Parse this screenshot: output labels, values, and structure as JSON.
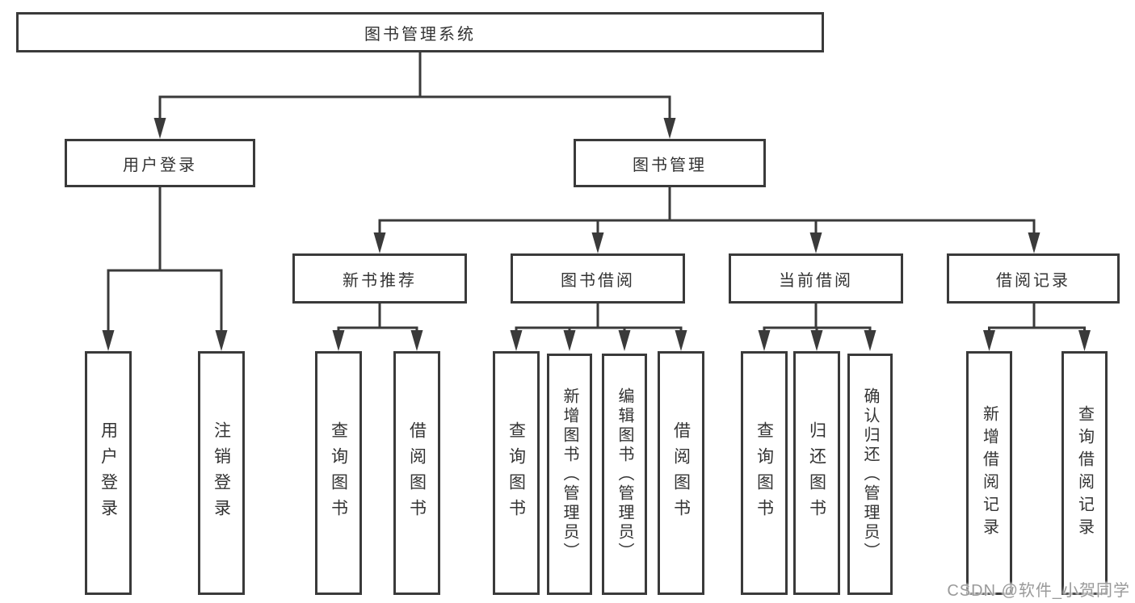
{
  "diagram": {
    "root_label": "图书管理系统",
    "nodes": {
      "user_login": "用户登录",
      "book_management": "图书管理",
      "new_book_recommend": "新书推荐",
      "book_borrowing": "图书借阅",
      "current_borrowing": "当前借阅",
      "borrowing_records": "借阅记录"
    },
    "leaves": {
      "user_login": [
        "用户登录",
        "注销登录"
      ],
      "new_book_recommend": [
        "查询图书",
        "借阅图书"
      ],
      "book_borrowing": [
        "查询图书",
        "新增图书（管理员）",
        "编辑图书（管理员）",
        "借阅图书"
      ],
      "current_borrowing": [
        "查询图书",
        "归还图书",
        "确认归还（管理员）"
      ],
      "borrowing_records": [
        "新增借阅记录",
        "查询借阅记录"
      ]
    }
  },
  "watermark": {
    "text": "CSDN @软件_小贺同学",
    "color": "#9a9a9a"
  },
  "colors": {
    "line": "#3a3a3a",
    "text": "#333333",
    "background": "#ffffff"
  }
}
